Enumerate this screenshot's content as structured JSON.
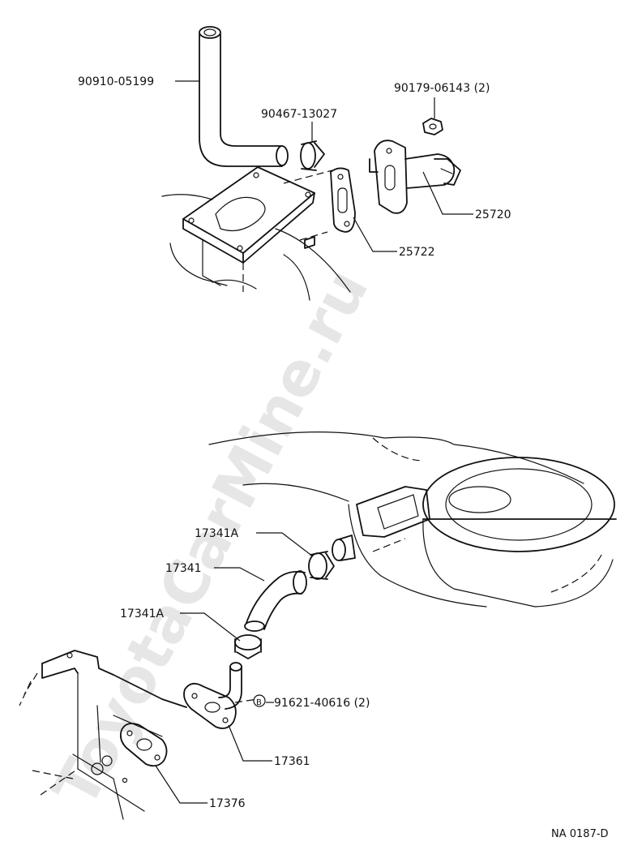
{
  "watermark": "ToyotaCarMine.ru",
  "figure_code": "NA 0187-D",
  "callouts": {
    "hose_top": "90910-05199",
    "clamp_top": "90467-13027",
    "nut": "90179-06143 (2)",
    "valve": "25720",
    "gasket_top": "25722",
    "clip_upper": "17341A",
    "hose_mid": "17341",
    "clip_lower": "17341A",
    "bolt_marker": "B",
    "bolt": "91621-40616 (2)",
    "pipe": "17361",
    "gasket_bottom": "17376"
  }
}
